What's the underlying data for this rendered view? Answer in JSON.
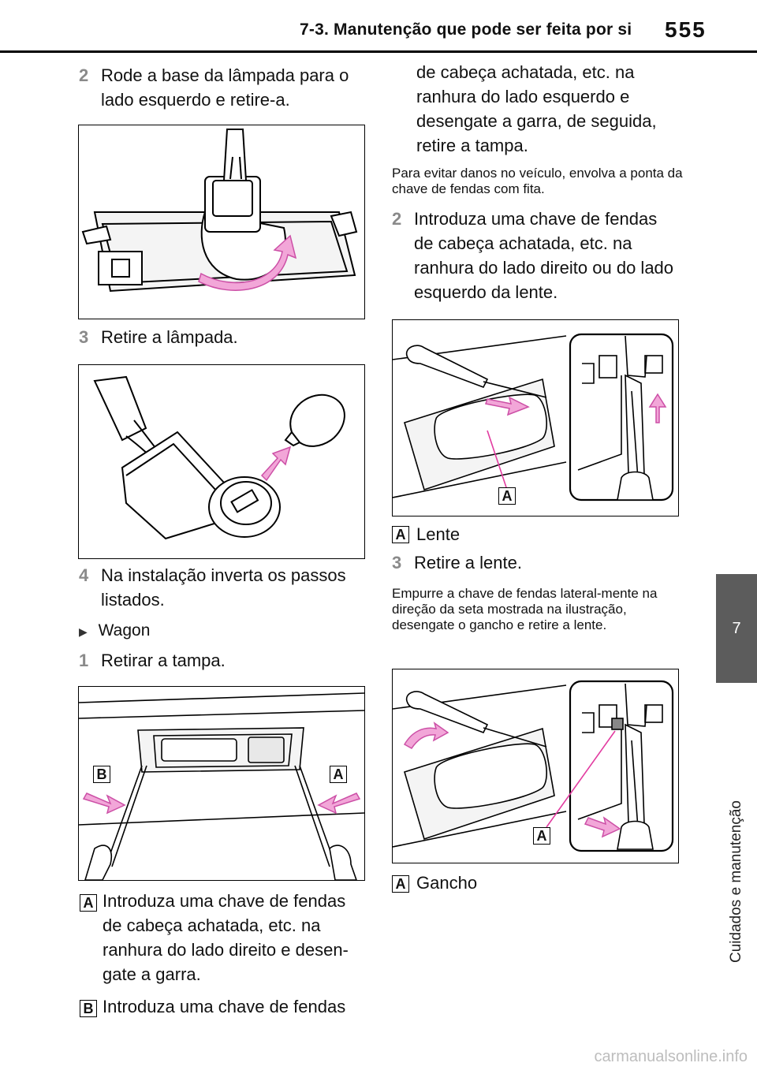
{
  "header": {
    "title": "7-3. Manutenção que pode ser feita por si",
    "page_number": "555"
  },
  "chapter": {
    "number": "7",
    "label": "Cuidados e manutenção"
  },
  "left_column": {
    "step_2": {
      "num": "2",
      "text": "Rode a base da lâmpada para o lado esquerdo e retire-a."
    },
    "step_3": {
      "num": "3",
      "text": "Retire a lâmpada."
    },
    "step_4": {
      "num": "4",
      "text": "Na instalação inverta os passos listados."
    },
    "wagon": {
      "bullet": "▶",
      "label": "Wagon"
    },
    "wagon_step_1": {
      "num": "1",
      "text": "Retirar a tampa."
    },
    "legend_a": {
      "letter": "A",
      "text": "Introduza uma chave de fendas de cabeça achatada, etc. na ranhura do lado direito e desen-gate a garra."
    },
    "legend_b": {
      "letter": "B",
      "text": "Introduza uma chave de fendas"
    },
    "fig3_labels": {
      "b": "B",
      "a": "A"
    }
  },
  "right_column": {
    "continued_text": "de cabeça achatada, etc. na ranhura do lado esquerdo e desengate a garra, de seguida, retire a tampa.",
    "note_1": "Para evitar danos no veículo, envolva a ponta da chave de fendas com fita.",
    "step_2": {
      "num": "2",
      "text": "Introduza uma chave de fendas de cabeça achatada, etc. na ranhura do lado direito ou do lado esquerdo da lente."
    },
    "fig4_label": "A",
    "legend_lente": {
      "letter": "A",
      "text": "Lente"
    },
    "step_3": {
      "num": "3",
      "text": "Retire a lente."
    },
    "note_2": "Empurre a chave de fendas lateral-mente na direção da seta mostrada na ilustração, desengate o gancho e retire a lente.",
    "fig5_label": "A",
    "legend_gancho": {
      "letter": "A",
      "text": "Gancho"
    }
  },
  "watermark": "carmanualsonline.info",
  "colors": {
    "arrow_pink": "#f2a6d8",
    "arrow_stroke": "#cc4fa6",
    "tab_gray": "#5c5c5c",
    "step_num_gray": "#8a8a8a"
  }
}
